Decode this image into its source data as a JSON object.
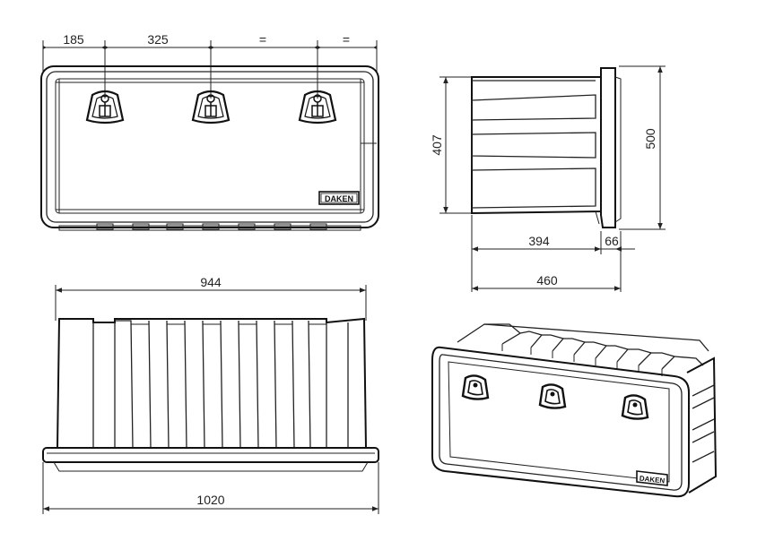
{
  "labels": {
    "dim_185": "185",
    "dim_325": "325",
    "dim_eq1": "=",
    "dim_eq2": "=",
    "dim_407": "407",
    "dim_500": "500",
    "dim_394": "394",
    "dim_66": "66",
    "dim_460": "460",
    "dim_944": "944",
    "dim_1020": "1020",
    "brand_front": "DAKEN",
    "brand_iso": "DAKEN"
  },
  "colors": {
    "line": "#222222",
    "background": "#ffffff"
  }
}
